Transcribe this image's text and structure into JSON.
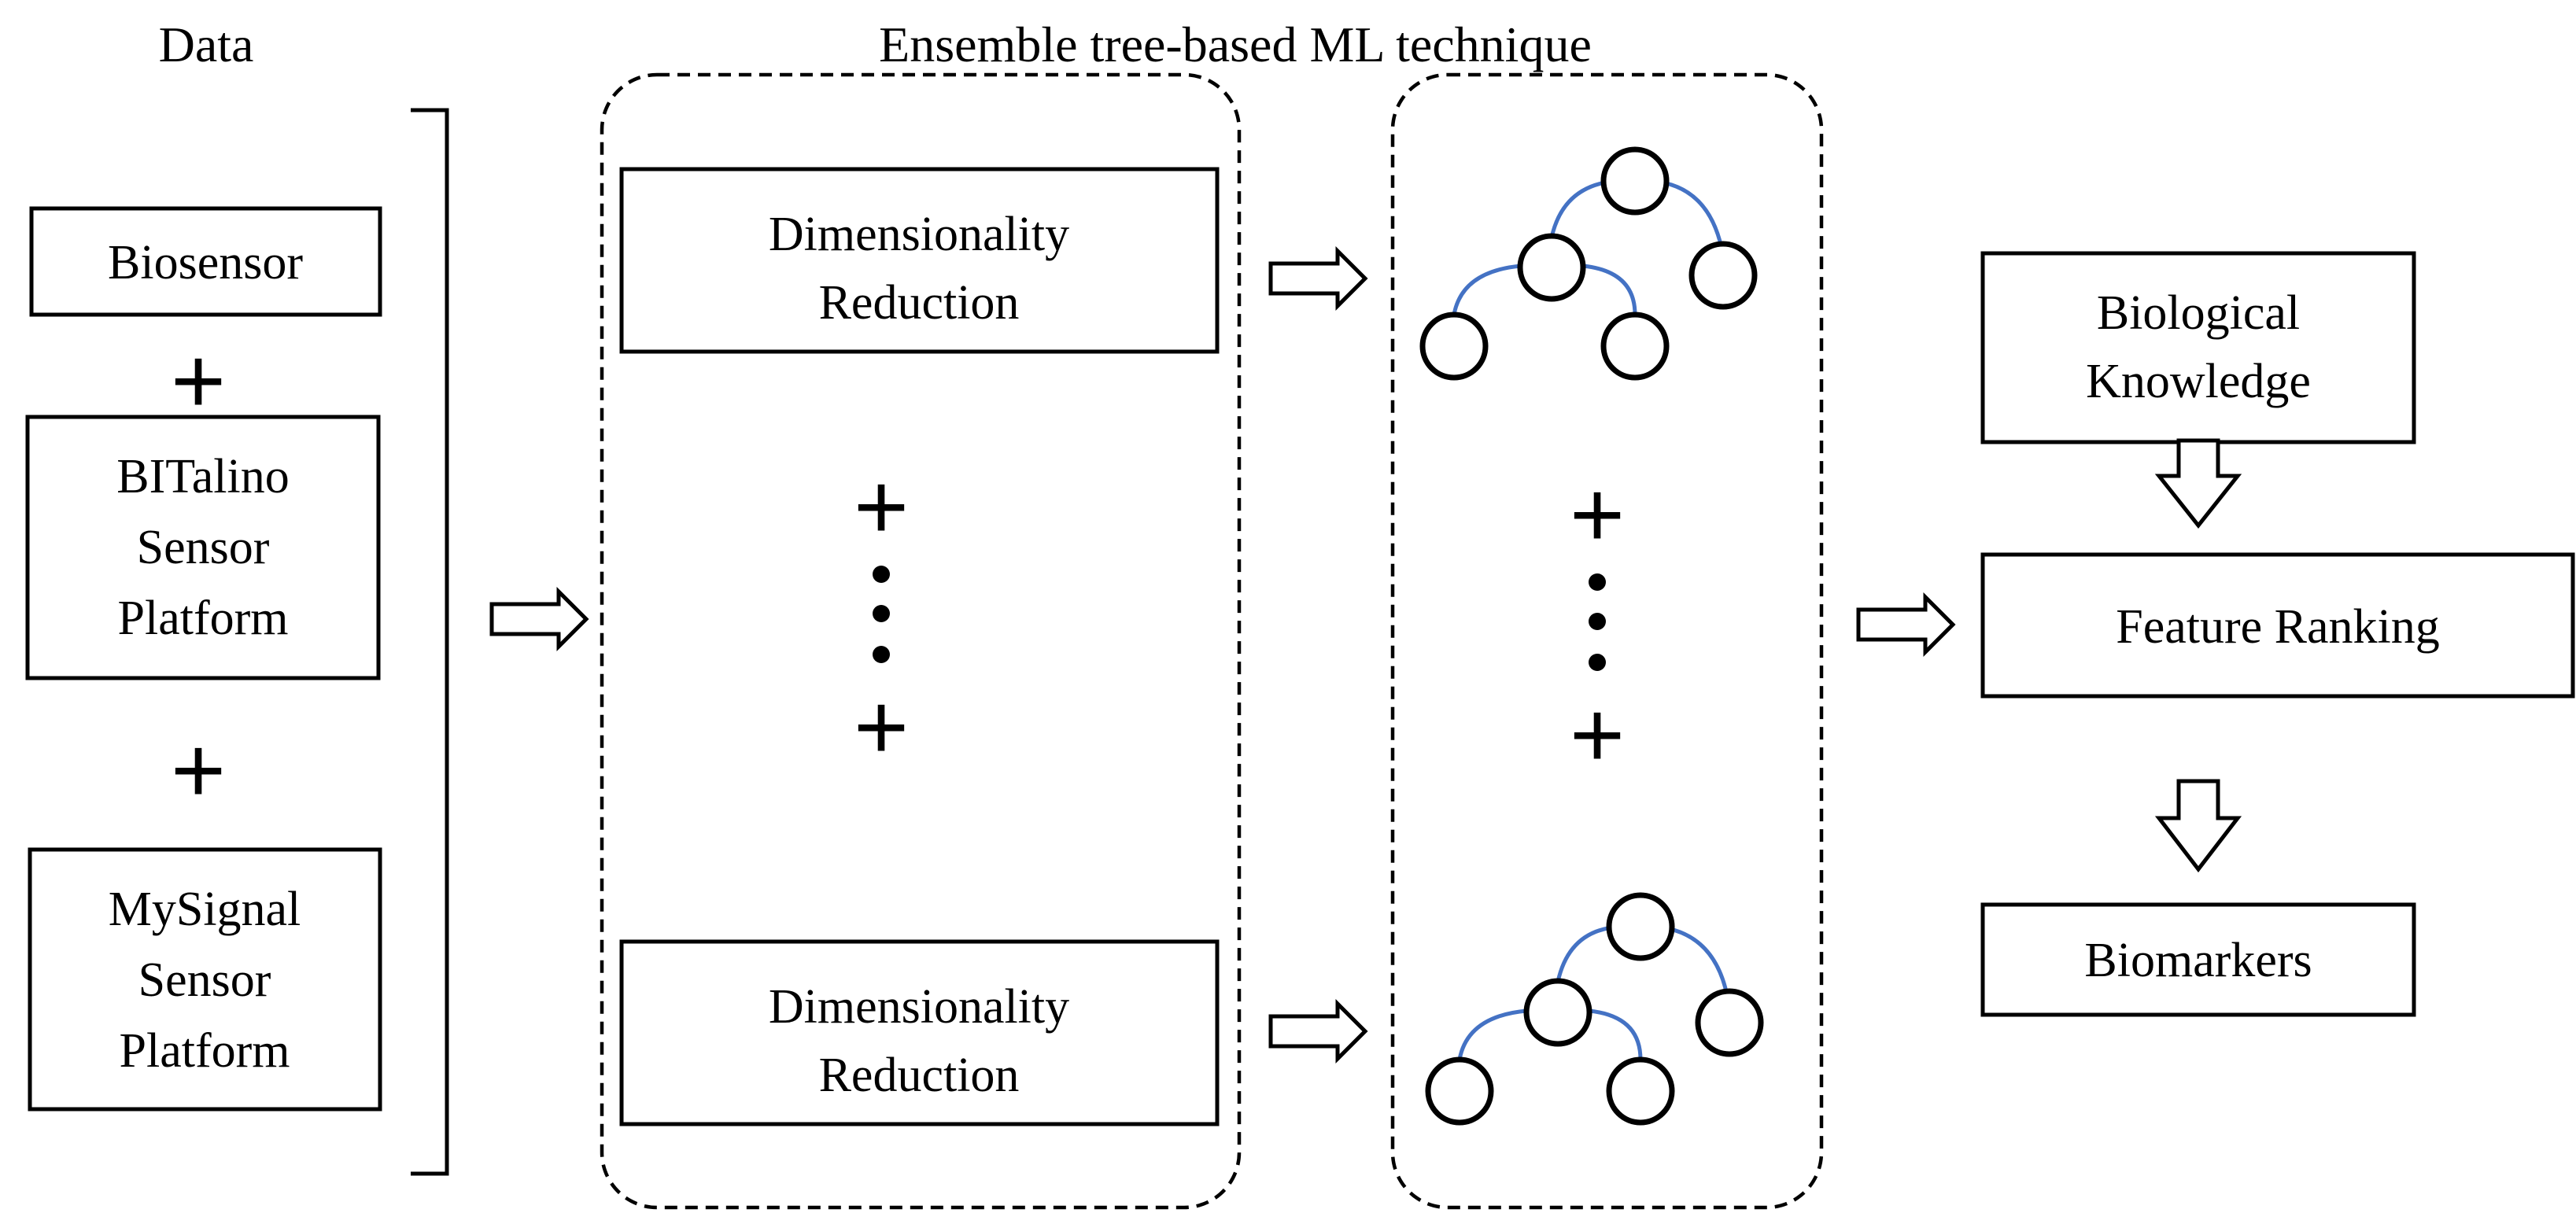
{
  "headers": {
    "data": "Data",
    "ensemble": "Ensemble tree-based ML technique"
  },
  "data_sources": {
    "biosensor": "Biosensor",
    "bitalino": [
      "BITalino",
      "Sensor",
      "Platform"
    ],
    "mysignal": [
      "MySignal",
      "Sensor",
      "Platform"
    ],
    "plus": "+"
  },
  "reduction": {
    "top": [
      "Dimensionality",
      "Reduction"
    ],
    "bottom": [
      "Dimensionality",
      "Reduction"
    ],
    "plus": "+"
  },
  "trees": {
    "plus": "+"
  },
  "output": {
    "knowledge": [
      "Biological",
      "Knowledge"
    ],
    "ranking": "Feature Ranking",
    "biomarkers": "Biomarkers"
  },
  "colors": {
    "tree_edge": "#4472c4",
    "stroke": "#000000"
  }
}
